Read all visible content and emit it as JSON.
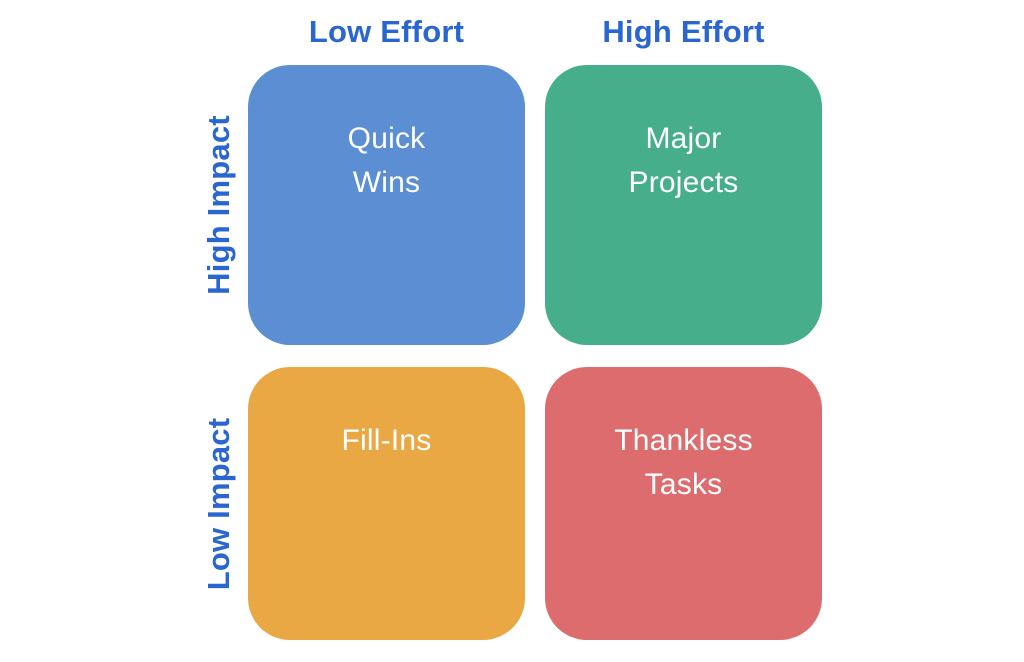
{
  "diagram": {
    "type": "impact-effort-matrix",
    "axis_label_color": "#2A66D0",
    "effort_axis": {
      "low_label": "Low Effort",
      "high_label": "High Effort"
    },
    "impact_axis": {
      "high_label": "High Impact",
      "low_label": "Low Impact"
    },
    "quadrants": [
      {
        "id": "quick-wins",
        "effort": "Low Effort",
        "impact": "High Impact",
        "lines": [
          "Quick",
          "Wins"
        ],
        "color": "#5B8ED3",
        "text_color": "#FFFFFF"
      },
      {
        "id": "major-projects",
        "effort": "High Effort",
        "impact": "High Impact",
        "lines": [
          "Major",
          "Projects"
        ],
        "color": "#47AE8C",
        "text_color": "#FFFFFF"
      },
      {
        "id": "fill-ins",
        "effort": "Low Effort",
        "impact": "Low Impact",
        "lines": [
          "Fill-Ins"
        ],
        "color": "#E9A843",
        "text_color": "#FFFFFF"
      },
      {
        "id": "thankless-tasks",
        "effort": "High Effort",
        "impact": "Low Impact",
        "lines": [
          "Thankless",
          "Tasks"
        ],
        "color": "#DC6C6E",
        "text_color": "#FFFFFF"
      }
    ]
  }
}
